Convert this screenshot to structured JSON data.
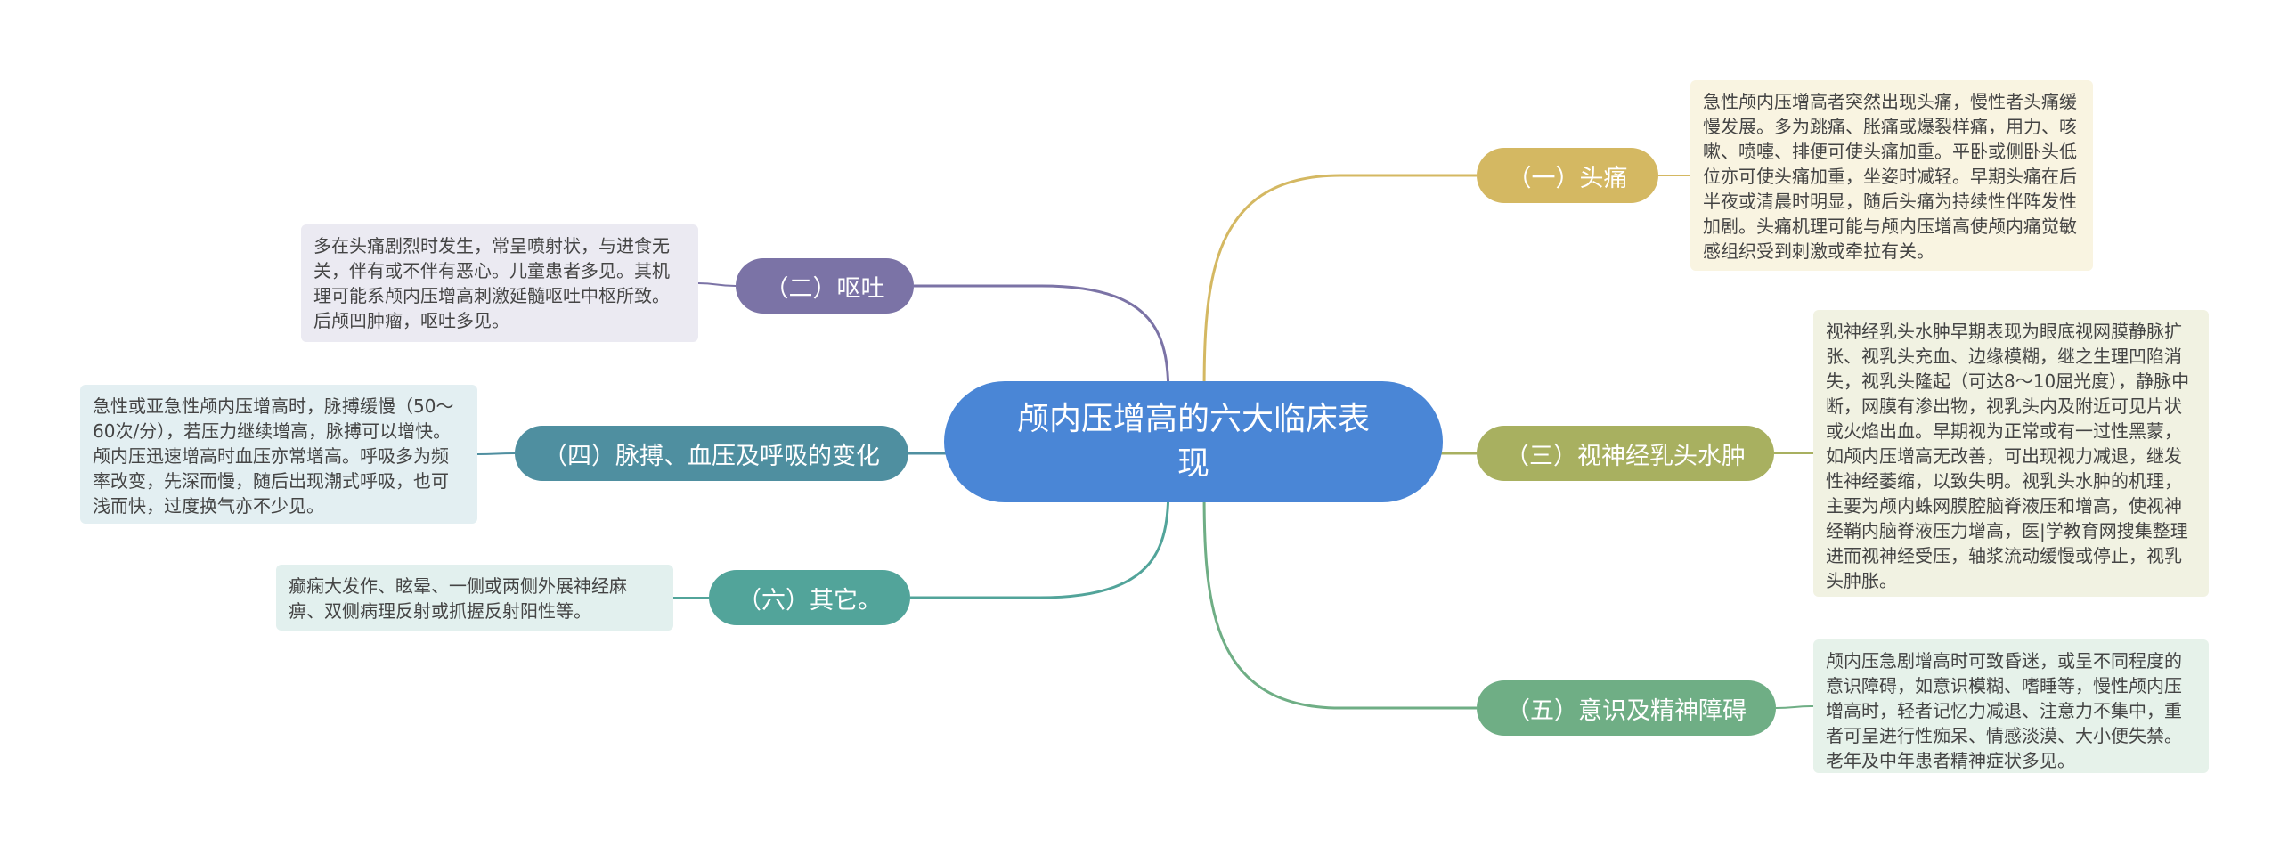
{
  "root": {
    "label": "颅内压增高的六大临床表现"
  },
  "branches": [
    {
      "label": "（一）头痛",
      "color": "#d4b862",
      "note": "急性颅内压增高者突然出现头痛，慢性者头痛缓慢发展。多为跳痛、胀痛或爆裂样痛，用力、咳嗽、喷嚏、排便可使头痛加重。平卧或侧卧头低位亦可使头痛加重，坐姿时减轻。早期头痛在后半夜或清晨时明显，随后头痛为持续性伴阵发性加剧。头痛机理可能与颅内压增高使颅内痛觉敏感组织受到刺激或牵拉有关。",
      "note_bg": "#f9f4e1"
    },
    {
      "label": "（二）呕吐",
      "color": "#7b73a6",
      "note": "多在头痛剧烈时发生，常呈喷射状，与进食无关，伴有或不伴有恶心。儿童患者多见。其机理可能系颅内压增高刺激延髓呕吐中枢所致。后颅凹肿瘤，呕吐多见。",
      "note_bg": "#ebeaf2"
    },
    {
      "label": "（三）视神经乳头水肿",
      "color": "#a8b060",
      "note": "视神经乳头水肿早期表现为眼底视网膜静脉扩张、视乳头充血、边缘模糊，继之生理凹陷消失，视乳头隆起（可达8～10屈光度），静脉中断，网膜有渗出物，视乳头内及附近可见片状或火焰出血。早期视为正常或有一过性黑蒙，如颅内压增高无改善，可出现视力减退，继发性神经萎缩，以致失明。视乳头水肿的机理，主要为颅内蛛网膜腔脑脊液压和增高，使视神经鞘内脑脊液压力增高，医|学教育网搜集整理进而视神经受压，轴浆流动缓慢或停止，视乳头肿胀。",
      "note_bg": "#f1f2e2"
    },
    {
      "label": "（四）脉搏、血压及呼吸的变化",
      "color": "#4f8fa0",
      "note": "急性或亚急性颅内压增高时，脉搏缓慢（50～60次/分），若压力继续增高，脉搏可以增快。颅内压迅速增高时血压亦常增高。呼吸多为频率改变，先深而慢，随后出现潮式呼吸，也可浅而快，过度换气亦不少见。",
      "note_bg": "#e3eff2"
    },
    {
      "label": "（五）意识及精神障碍",
      "color": "#6fae85",
      "note": "颅内压急剧增高时可致昏迷，或呈不同程度的意识障碍，如意识模糊、嗜睡等，慢性颅内压增高时，轻者记忆力减退、注意力不集中，重者可呈进行性痴呆、情感淡漠、大小便失禁。老年及中年患者精神症状多见。",
      "note_bg": "#e6f2ea"
    },
    {
      "label": "（六）其它。",
      "color": "#52a49a",
      "note": "癫痫大发作、眩晕、一侧或两侧外展神经麻痹、双侧病理反射或抓握反射阳性等。",
      "note_bg": "#e2f0ee"
    }
  ]
}
